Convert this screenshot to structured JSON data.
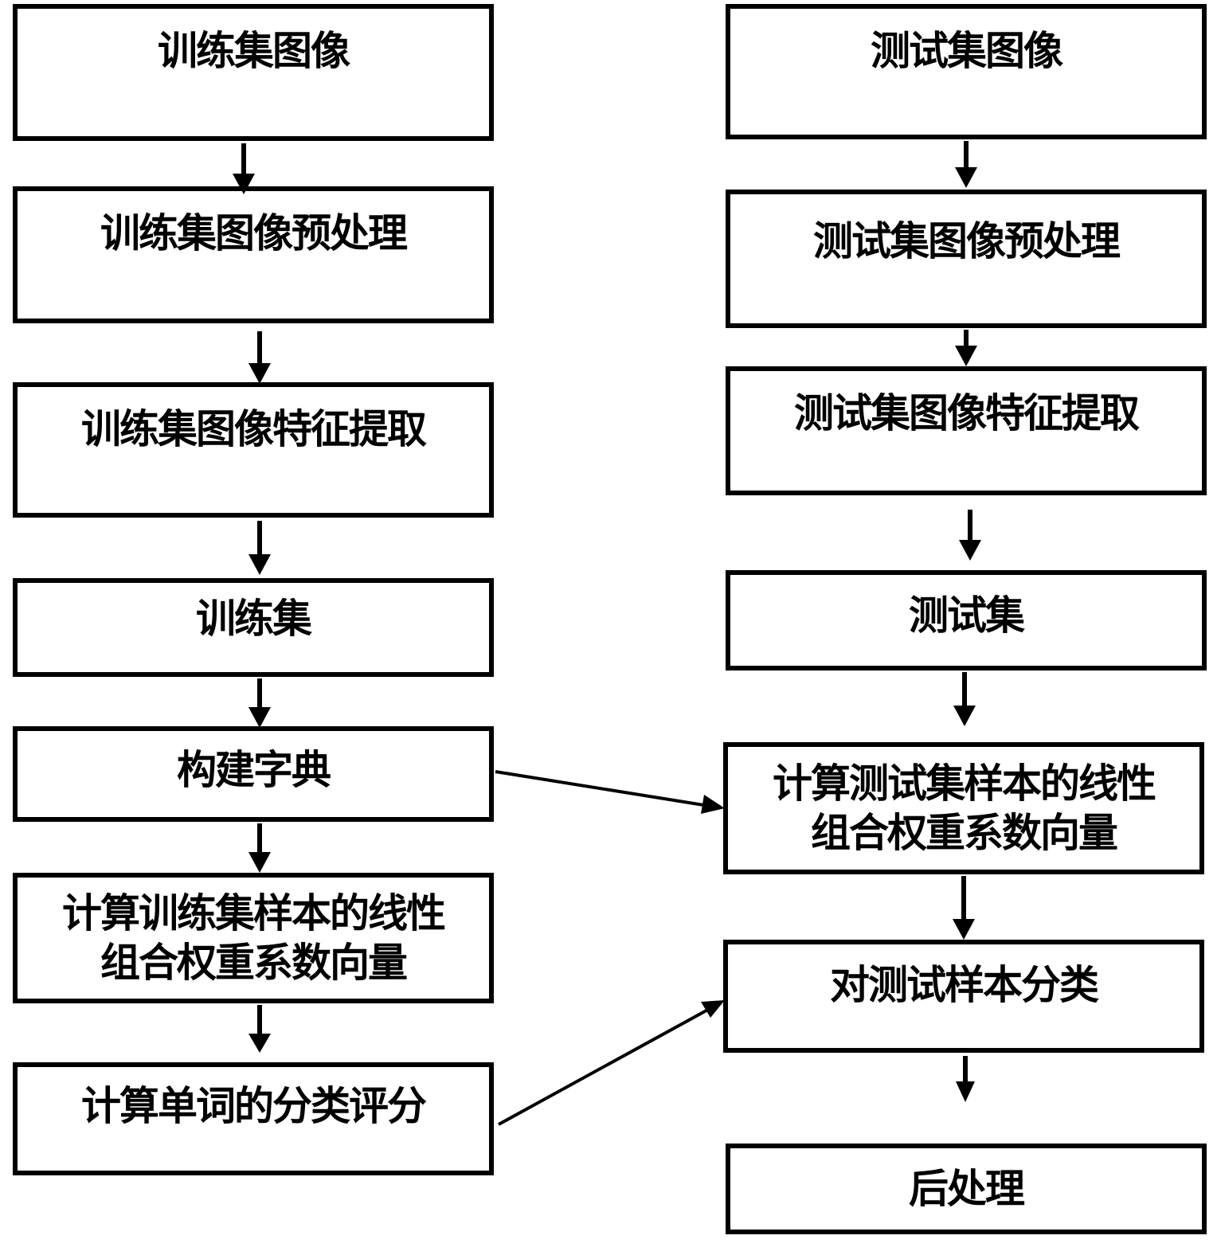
{
  "diagram": {
    "left_column": [
      {
        "id": "train-images",
        "label": "训练集图像"
      },
      {
        "id": "train-preprocess",
        "label": "训练集图像预处理"
      },
      {
        "id": "train-feature-extract",
        "label": "训练集图像特征提取"
      },
      {
        "id": "train-set",
        "label": "训练集"
      },
      {
        "id": "build-dictionary",
        "label": "构建字典"
      },
      {
        "id": "train-coef",
        "label_lines": [
          "计算训练集样本的线性",
          "组合权重系数向量"
        ]
      },
      {
        "id": "word-score",
        "label": "计算单词的分类评分"
      }
    ],
    "right_column": [
      {
        "id": "test-images",
        "label": "测试集图像"
      },
      {
        "id": "test-preprocess",
        "label": "测试集图像预处理"
      },
      {
        "id": "test-feature-extract",
        "label": "测试集图像特征提取"
      },
      {
        "id": "test-set",
        "label": "测试集"
      },
      {
        "id": "test-coef",
        "label_lines": [
          "计算测试集样本的线性",
          "组合权重系数向量"
        ]
      },
      {
        "id": "classify",
        "label": "对测试样本分类"
      },
      {
        "id": "postprocess",
        "label": "后处理"
      }
    ],
    "edges": [
      [
        "train-images",
        "train-preprocess"
      ],
      [
        "train-preprocess",
        "train-feature-extract"
      ],
      [
        "train-feature-extract",
        "train-set"
      ],
      [
        "train-set",
        "build-dictionary"
      ],
      [
        "build-dictionary",
        "train-coef"
      ],
      [
        "train-coef",
        "word-score"
      ],
      [
        "test-images",
        "test-preprocess"
      ],
      [
        "test-preprocess",
        "test-feature-extract"
      ],
      [
        "test-feature-extract",
        "test-set"
      ],
      [
        "test-set",
        "test-coef"
      ],
      [
        "test-coef",
        "classify"
      ],
      [
        "classify",
        "postprocess"
      ],
      [
        "build-dictionary",
        "test-coef"
      ],
      [
        "word-score",
        "classify"
      ]
    ]
  }
}
